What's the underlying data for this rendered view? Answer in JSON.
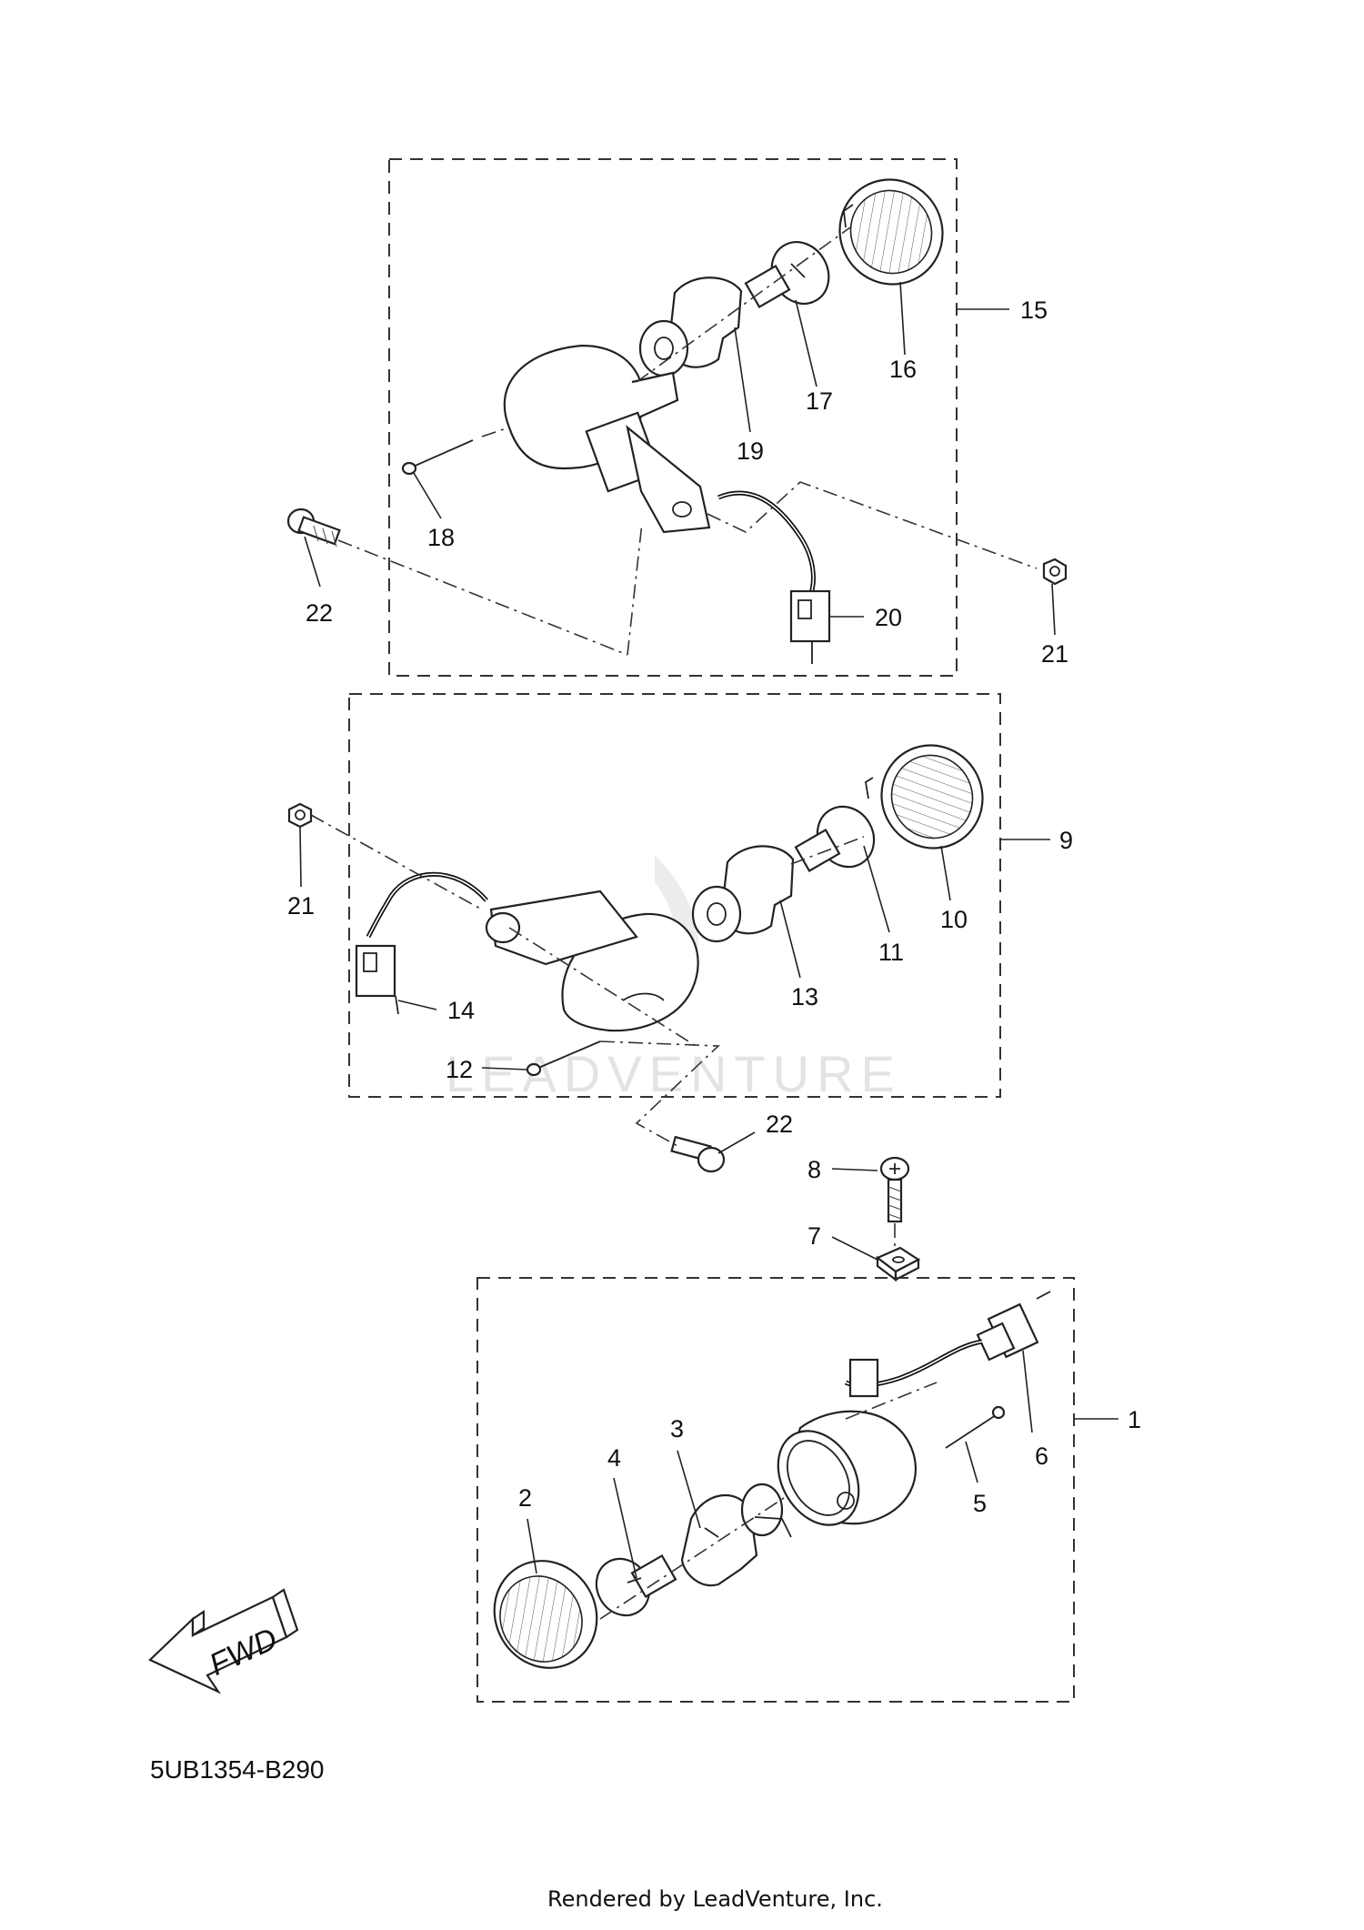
{
  "diagram_code": "5UB1354-B290",
  "footer_text": "Rendered by LeadVenture, Inc.",
  "watermark": "LEADVENTURE",
  "direction_label": "FWD",
  "callouts": {
    "c1": "1",
    "c2": "2",
    "c3": "3",
    "c4": "4",
    "c5": "5",
    "c6": "6",
    "c7": "7",
    "c8": "8",
    "c9": "9",
    "c10": "10",
    "c11": "11",
    "c12": "12",
    "c13": "13",
    "c14": "14",
    "c15": "15",
    "c16": "16",
    "c17": "17",
    "c18": "18",
    "c19": "19",
    "c20": "20",
    "c21a": "21",
    "c21b": "21",
    "c22a": "22",
    "c22b": "22"
  }
}
